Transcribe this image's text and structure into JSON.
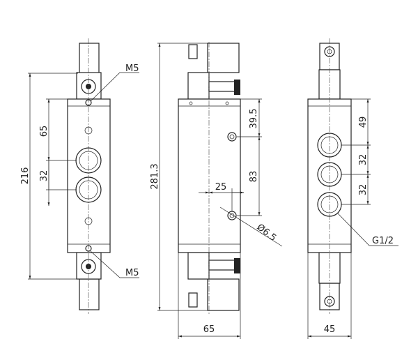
{
  "front_view": {
    "height_total": "216",
    "dim_to_port": "65",
    "port_pitch": "32",
    "thread_top": "M5",
    "thread_bottom": "M5"
  },
  "side_view": {
    "length_total": "281.3",
    "dim_hole_top": "39.5",
    "dim_hole_pitch": "83",
    "dim_hole_offset": "25",
    "hole_diameter": "Ø6.5",
    "width": "65"
  },
  "end_view": {
    "dim_first_port": "49",
    "port_pitch_1": "32",
    "port_pitch_2": "32",
    "port_thread": "G1/2",
    "width": "45"
  }
}
